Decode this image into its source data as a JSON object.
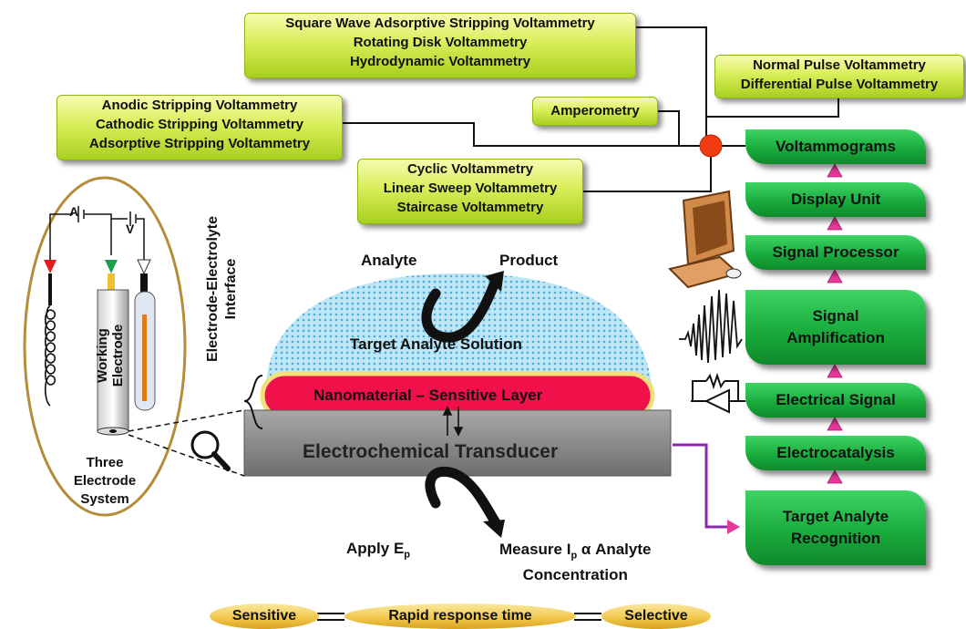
{
  "methods": {
    "square_wave": [
      "Square Wave Adsorptive Stripping Voltammetry",
      "Rotating Disk Voltammetry",
      "Hydrodynamic Voltammetry"
    ],
    "pulse": [
      "Normal Pulse Voltammetry",
      "Differential Pulse Voltammetry"
    ],
    "stripping": [
      "Anodic Stripping Voltammetry",
      "Cathodic Stripping Voltammetry",
      "Adsorptive Stripping Voltammetry"
    ],
    "amperometry": "Amperometry",
    "cyclic": [
      "Cyclic Voltammetry",
      "Linear Sweep Voltammetry",
      "Staircase Voltammetry"
    ]
  },
  "steps": {
    "voltammograms": "Voltammograms",
    "display_unit": "Display Unit",
    "signal_processor": "Signal Processor",
    "signal_amplification": [
      "Signal",
      "Amplification"
    ],
    "electrical_signal": "Electrical Signal",
    "electrocatalysis": "Electrocatalysis",
    "recognition": [
      "Target Analyte",
      "Recognition"
    ]
  },
  "sensor": {
    "solution": "Target Analyte Solution",
    "layer": "Nanomaterial – Sensitive Layer",
    "transducer": "Electrochemical Transducer",
    "interface": [
      "Electrode-Electrolyte",
      "Interface"
    ],
    "analyte": "Analyte",
    "product": "Product",
    "apply": "Apply E",
    "apply_sub": "p",
    "measure_a": "Measure I",
    "measure_sub": "p",
    "measure_b": " α Analyte",
    "measure_c": "Concentration"
  },
  "electrode": {
    "ammeter": "A",
    "voltmeter": "V",
    "working": [
      "Working",
      "Electrode"
    ],
    "system": [
      "Three",
      "Electrode",
      "System"
    ]
  },
  "features": {
    "sensitive": "Sensitive",
    "rapid": "Rapid response time",
    "selective": "Selective"
  },
  "colors": {
    "method_green": "#c8e53c",
    "step_green": "#1eb445",
    "sensitive_layer": "#f0104a",
    "transducer_gray": "#8c8c8c",
    "solution_blue": "#8ecfe8",
    "node_red": "#f03c10",
    "signal_purple": "#8a2aa8",
    "arrow_magenta": "#e8379a",
    "pill_gold": "#f0c548"
  }
}
